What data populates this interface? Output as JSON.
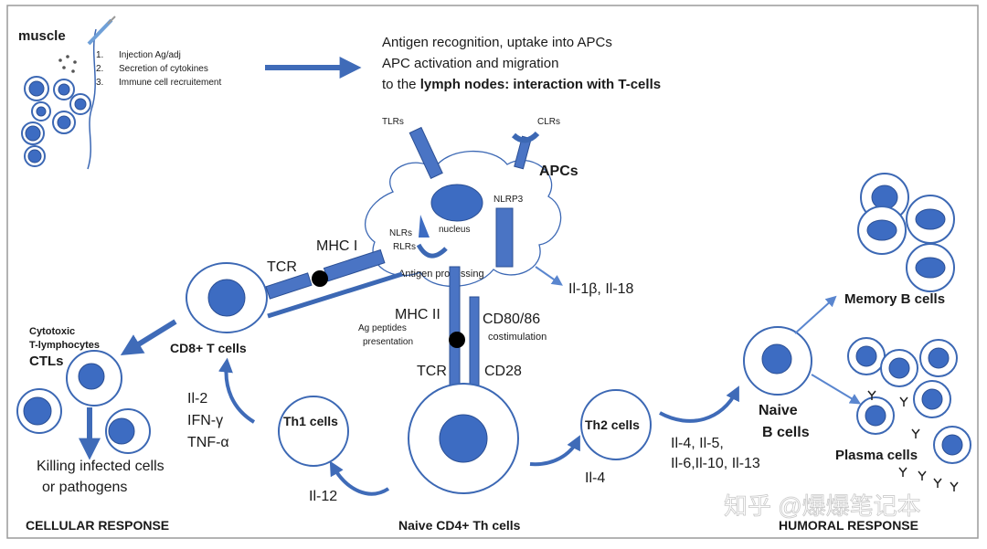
{
  "muscle": {
    "title": "muscle",
    "steps": [
      "Injection Ag/adj",
      "Secretion of cytokines",
      "Immune cell recruitement"
    ],
    "step_numbers": [
      "1.",
      "2.",
      "3."
    ]
  },
  "header": {
    "line1": "Antigen recognition, uptake into APCs",
    "line2": "APC activation and migration",
    "line3_prefix": "to the ",
    "line3_bold": "lymph nodes: interaction with T-cells"
  },
  "apc": {
    "label": "APCs",
    "tlrs": "TLRs",
    "clrs": "CLRs",
    "nlrp3": "NLRP3",
    "nucleus": "nucleus",
    "nlrs": "NLRs",
    "rlrs": "RLRs",
    "antigen_processing": "Antigen processing",
    "il1": "Il-1β, Il-18"
  },
  "cd8": {
    "mhc1": "MHC I",
    "tcr": "TCR",
    "label": "CD8+ T cells",
    "cytokines": [
      "Il-2",
      "IFN-γ",
      "TNF-α"
    ]
  },
  "ctl": {
    "line1": "Cytotoxic",
    "line2": "T-lymphocytes",
    "short": "CTLs",
    "killing1": "Killing infected cells",
    "killing2": "or pathogens",
    "response": "CELLULAR RESPONSE"
  },
  "cd4": {
    "mhc2": "MHC II",
    "peptides1": "Ag peptides",
    "peptides2": "presentation",
    "cd80": "CD80/86",
    "costim": "costimulation",
    "tcr": "TCR",
    "cd28": "CD28",
    "label": "Naive CD4+ Th cells",
    "th1": "Th1 cells",
    "il12": "Il-12",
    "th2": "Th2 cells",
    "il4": "Il-4"
  },
  "bcell": {
    "cytokines1": "Il-4, Il-5,",
    "cytokines2": "Il-6,Il-10, Il-13",
    "naive1": "Naive",
    "naive2": "B cells",
    "memory": "Memory B cells",
    "plasma": "Plasma cells",
    "response": "HUMORAL RESPONSE"
  },
  "watermark": "知乎 @爆爆笔记本",
  "colors": {
    "accent": "#3f6bb8",
    "nucleus": "#3d6cc2",
    "outline": "#3c68b4"
  }
}
